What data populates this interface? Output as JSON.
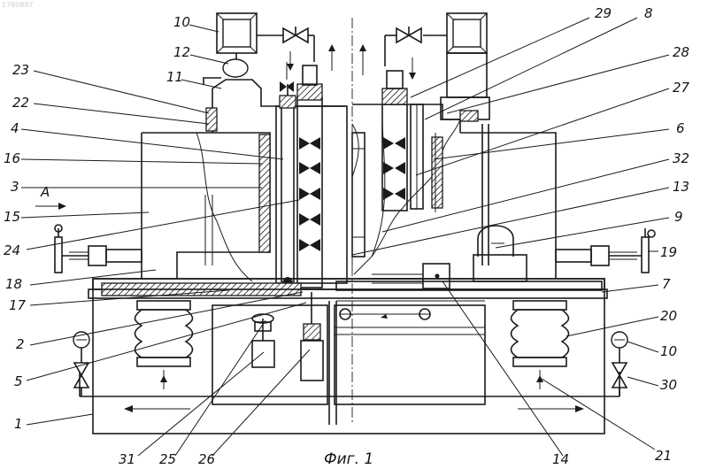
{
  "figure": {
    "caption": "Фиг. 1",
    "corner_mark": "1780887"
  },
  "labels": [
    {
      "id": "l10top",
      "text": "10"
    },
    {
      "id": "l12",
      "text": "12"
    },
    {
      "id": "l11",
      "text": "11"
    },
    {
      "id": "l23",
      "text": "23"
    },
    {
      "id": "l22",
      "text": "22"
    },
    {
      "id": "l4",
      "text": "4"
    },
    {
      "id": "l16",
      "text": "16"
    },
    {
      "id": "l3",
      "text": "3"
    },
    {
      "id": "lA",
      "text": "A"
    },
    {
      "id": "l15",
      "text": "15"
    },
    {
      "id": "l24",
      "text": "24"
    },
    {
      "id": "l18",
      "text": "18"
    },
    {
      "id": "l17",
      "text": "17"
    },
    {
      "id": "l2",
      "text": "2"
    },
    {
      "id": "l5",
      "text": "5"
    },
    {
      "id": "l1",
      "text": "1"
    },
    {
      "id": "l31",
      "text": "31"
    },
    {
      "id": "l25",
      "text": "25"
    },
    {
      "id": "l26",
      "text": "26"
    },
    {
      "id": "l14",
      "text": "14"
    },
    {
      "id": "l21",
      "text": "21"
    },
    {
      "id": "l29",
      "text": "29"
    },
    {
      "id": "l8",
      "text": "8"
    },
    {
      "id": "l28",
      "text": "28"
    },
    {
      "id": "l27",
      "text": "27"
    },
    {
      "id": "l6",
      "text": "6"
    },
    {
      "id": "l32",
      "text": "32"
    },
    {
      "id": "l13",
      "text": "13"
    },
    {
      "id": "l9",
      "text": "9"
    },
    {
      "id": "l19",
      "text": "19"
    },
    {
      "id": "l7",
      "text": "7"
    },
    {
      "id": "l20",
      "text": "20"
    },
    {
      "id": "l10right",
      "text": "10"
    },
    {
      "id": "l30",
      "text": "30"
    }
  ]
}
